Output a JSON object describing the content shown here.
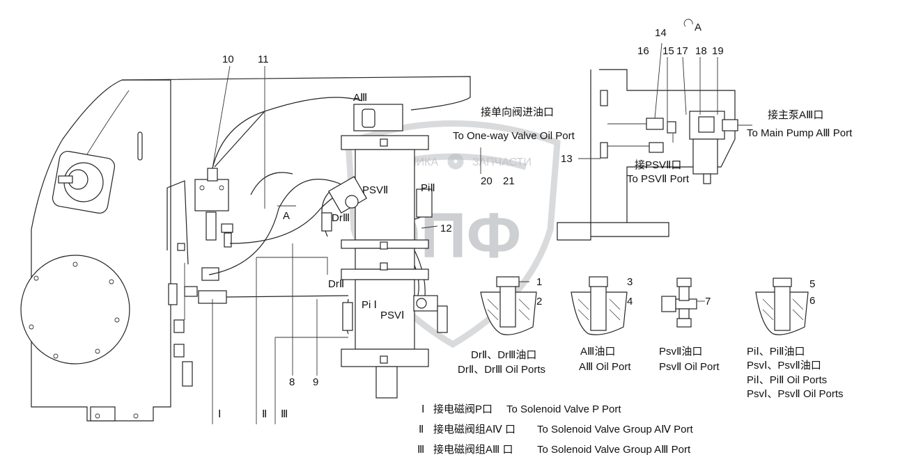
{
  "section_marker": "A",
  "view_marker": "A",
  "callouts": {
    "c1": "1",
    "c2": "2",
    "c3": "3",
    "c4": "4",
    "c5": "5",
    "c6": "6",
    "c7": "7",
    "c8": "8",
    "c9": "9",
    "c10": "10",
    "c11": "11",
    "c12": "12",
    "c13": "13",
    "c14": "14",
    "c15": "15",
    "c16": "16",
    "c17": "17",
    "c18": "18",
    "c19": "19",
    "c20": "20",
    "c21": "21"
  },
  "port_labels": {
    "aiii": "AⅢ",
    "psv2": "PSVⅡ",
    "pi2": "PiⅡ",
    "dr3": "DrⅢ",
    "dr2": "DrⅡ",
    "pi1": "Pi Ⅰ",
    "psv1": "PSVⅠ"
  },
  "line_marks": {
    "l1": "Ⅰ",
    "l2": "Ⅱ",
    "l3": "Ⅲ"
  },
  "notes": {
    "oneway_cn": "接单向阀进油口",
    "oneway_en": "To One-way Valve Oil Port",
    "mainpump_cn": "接主泵AⅢ口",
    "mainpump_en": "To Main Pump AⅢ Port",
    "psv2port_cn": "接PSVⅡ口",
    "psv2port_en": "To PSVⅡ Port"
  },
  "details": {
    "dr_cn": "DrⅡ、DrⅢ油口",
    "dr_en": "DrⅡ、DrⅢ Oil Ports",
    "aiii_cn": "AⅢ油口",
    "aiii_en": "AⅢ Oil Port",
    "psv2_cn": "PsvⅡ油口",
    "psv2_en": "PsvⅡ Oil Port",
    "pi_cn": "PiⅠ、PiⅡ油口",
    "psv_cn": "PsvⅠ、PsvⅡ油口",
    "pi_en": "PiⅠ、PiⅡ Oil Ports",
    "psv_en": "PsvⅠ、PsvⅡ Oil Ports"
  },
  "legend": [
    {
      "mark": "Ⅰ",
      "cn": "接电磁阀P口",
      "en": "To Solenoid Valve P Port"
    },
    {
      "mark": "Ⅱ",
      "cn": "接电磁阀组AⅣ 口",
      "en": "To Solenoid Valve Group AⅣ Port"
    },
    {
      "mark": "Ⅲ",
      "cn": "接电磁阀组AⅢ 口",
      "en": "To Solenoid Valve Group AⅢ Port"
    }
  ],
  "watermark": {
    "left": "ТЕХНИКА",
    "right": "ЗАПЧАСТИ",
    "logo": "ЭПФ"
  }
}
